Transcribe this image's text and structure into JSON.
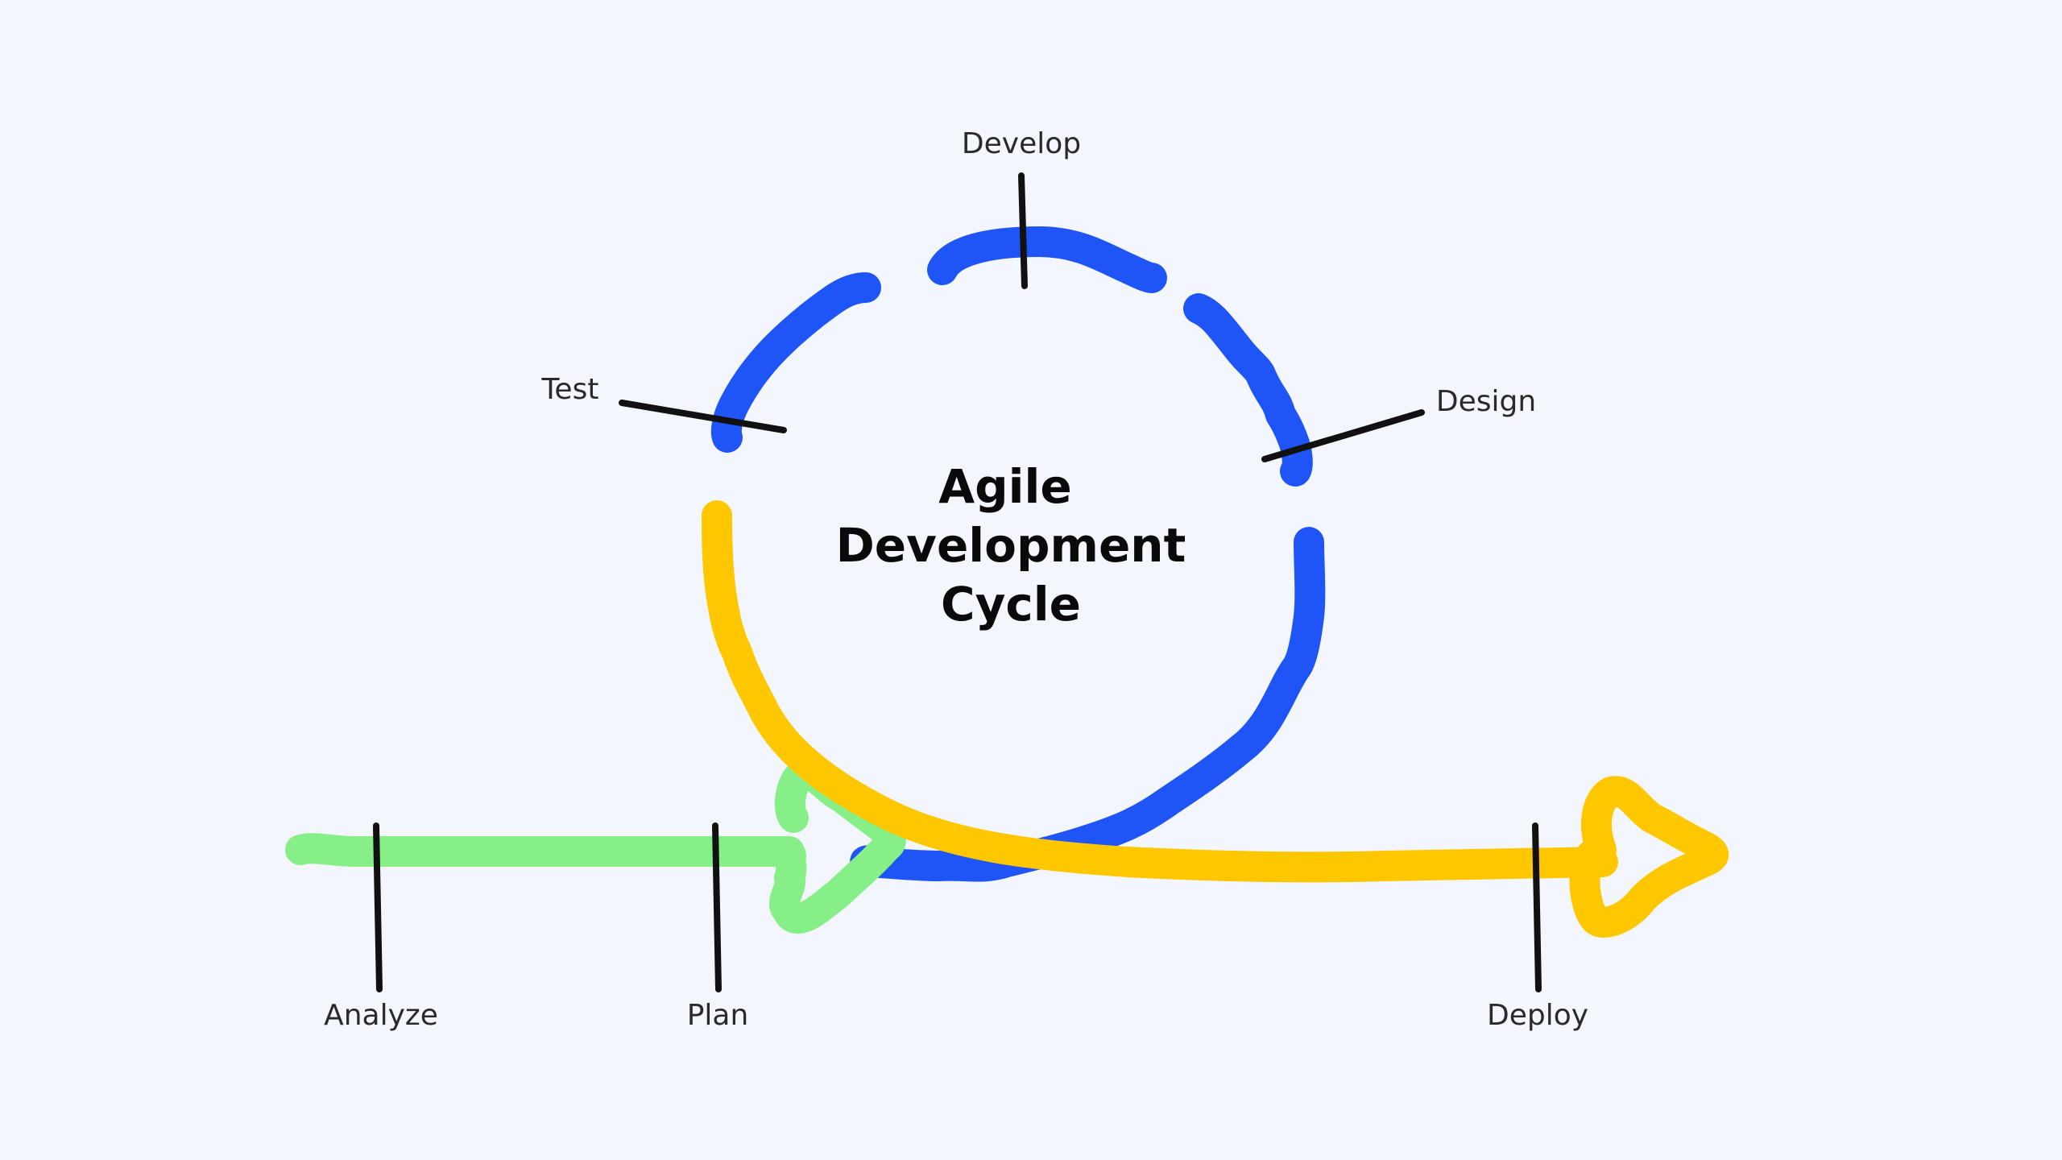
{
  "title": {
    "lines": [
      "Agile",
      "Development",
      "Cycle"
    ]
  },
  "stages": {
    "develop": "Develop",
    "test": "Test",
    "design": "Design",
    "analyze": "Analyze",
    "plan": "Plan",
    "deploy": "Deploy"
  },
  "colors": {
    "background": "#f3f7fd",
    "cycle": "#1f54f6",
    "entry_arrow": "#87ef87",
    "exit_arrow": "#ffc700",
    "marker": "#111111"
  }
}
